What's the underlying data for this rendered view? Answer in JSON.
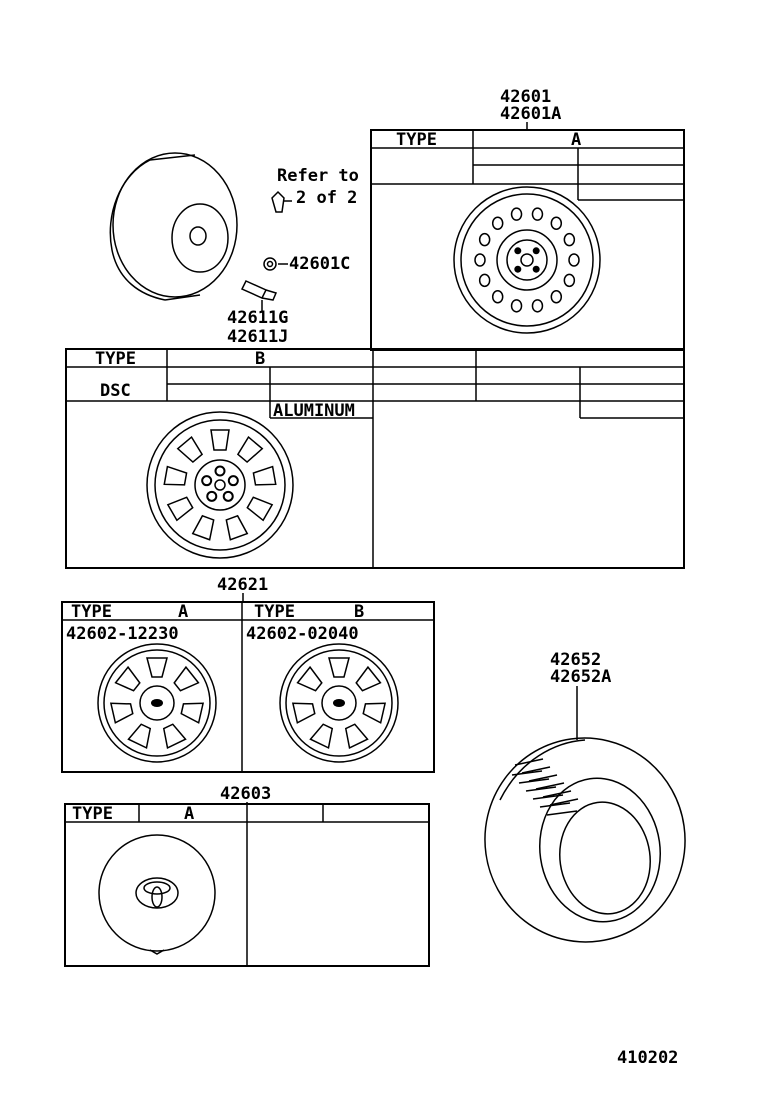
{
  "labels": {
    "wheel_part_numbers": [
      "42601",
      "42601A"
    ],
    "refer_line1": "Refer to",
    "refer_line2": "2 of 2",
    "nut_part": "42601C",
    "valve_parts": [
      "42611G",
      "42611J"
    ],
    "ornament_part": "42621",
    "cap_part": "42603",
    "tire_parts": [
      "42652",
      "42652A"
    ],
    "diagram_number": "410202"
  },
  "table_a": {
    "type_label": "TYPE",
    "type_value": "A"
  },
  "table_b": {
    "type_label": "TYPE",
    "type_value": "B",
    "dsc_label": "DSC",
    "material": "ALUMINUM"
  },
  "ornament_table": {
    "col_a": {
      "type_label": "TYPE",
      "type_value": "A",
      "part_number": "42602-12230"
    },
    "col_b": {
      "type_label": "TYPE",
      "type_value": "B",
      "part_number": "42602-02040"
    }
  },
  "cap_table": {
    "type_label": "TYPE",
    "type_value": "A"
  }
}
